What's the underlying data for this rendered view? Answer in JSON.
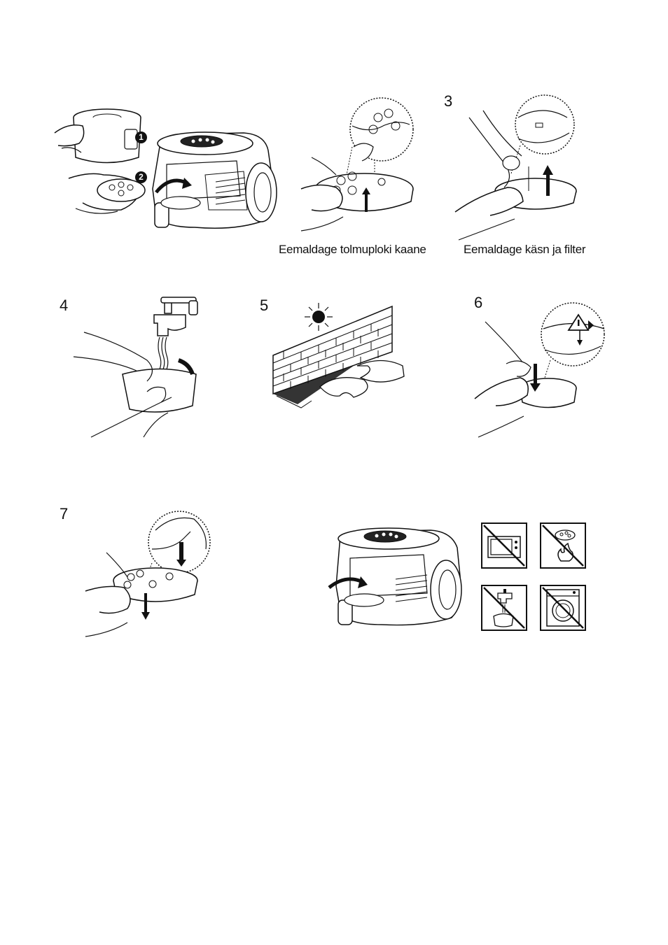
{
  "steps": {
    "s3": "3",
    "s4": "4",
    "s5": "5",
    "s6": "6",
    "s7": "7"
  },
  "captions": {
    "remove_cover": "Eemaldage tolmuploki kaane",
    "remove_handle_filter": "Eemaldage käsn ja filter"
  },
  "badges": {
    "b1": "1",
    "b2": "2"
  }
}
